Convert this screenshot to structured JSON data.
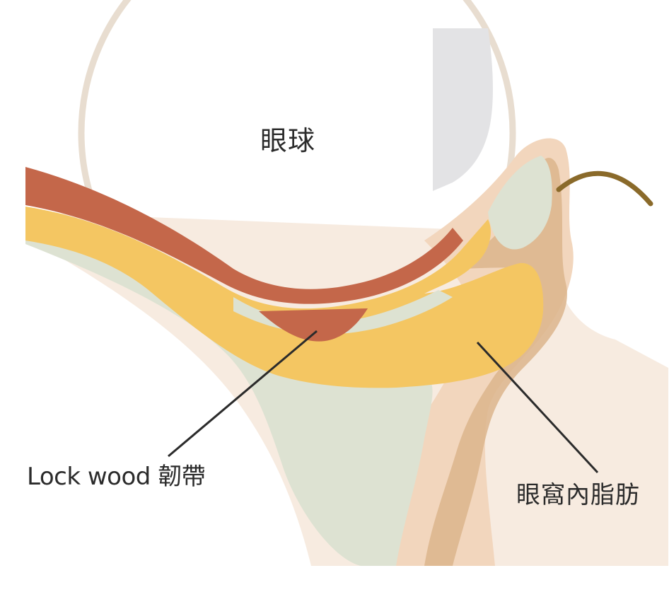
{
  "labels": {
    "eyeball": "眼球",
    "lockwood_ligament": "Lock wood 韌帶",
    "orbital_fat": "眼窩內脂肪"
  },
  "colors": {
    "background": "#ffffff",
    "eyeball_outline": "#e8ddd0",
    "cornea_gray": "#e3e3e5",
    "skin_outer": "#f7ebe0",
    "skin_tissue": "#f2d6bd",
    "skin_edge": "#dcb58c",
    "muscle_red": "#c4674a",
    "fat_yellow": "#f4c662",
    "septum_green": "#dde2d2",
    "eyelash": "#8a6a2a",
    "leader_line": "#2b2b2b",
    "text": "#2b2b2b"
  }
}
